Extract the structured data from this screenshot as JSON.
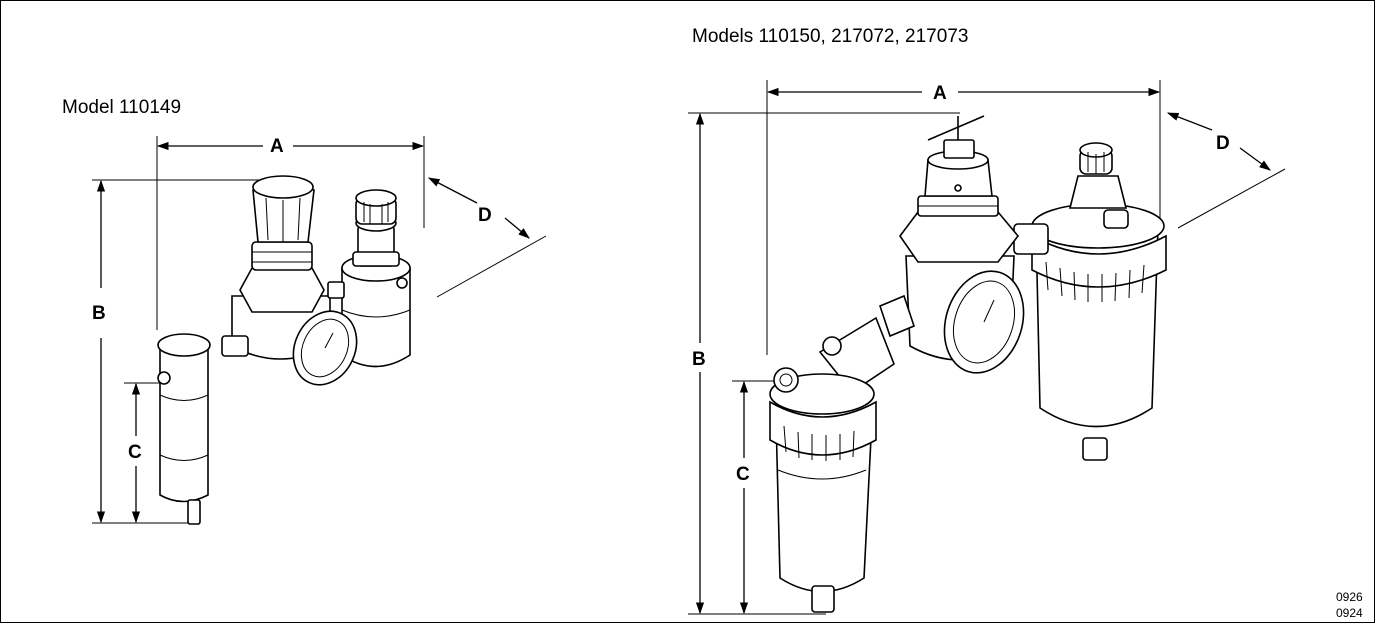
{
  "left_diagram": {
    "title": "Model 110149",
    "labels": {
      "a": "A",
      "b": "B",
      "c": "C",
      "d": "D"
    }
  },
  "right_diagram": {
    "title": "Models   110150, 217072, 217073",
    "labels": {
      "a": "A",
      "b": "B",
      "c": "C",
      "d": "D"
    }
  },
  "figure_codes": [
    "0926",
    "0924"
  ]
}
